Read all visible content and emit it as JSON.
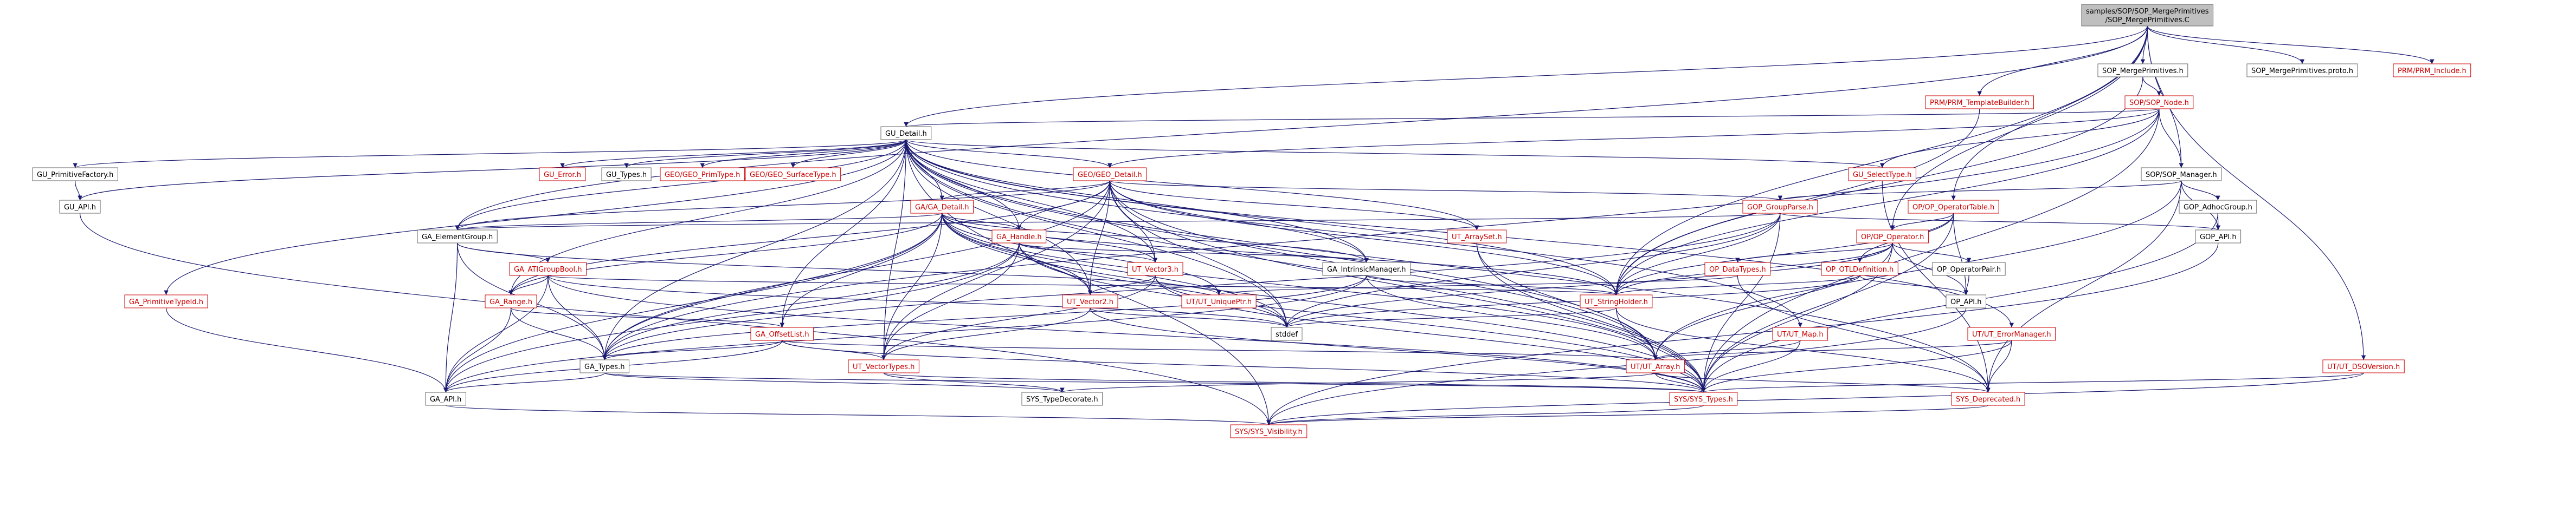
{
  "colors": {
    "root_fill": "#bfbfbf",
    "node_fill": "#ffffff",
    "stroke": "#666666",
    "normal_text": "#000000",
    "truncated_text": "#cc0000",
    "edge": "#191970"
  },
  "nodes": [
    {
      "id": "root",
      "label": "samples/SOP/SOP_MergePrimitives\n/SOP_MergePrimitives.C",
      "style": "root"
    },
    {
      "id": "gu_detail",
      "label": "GU_Detail.h",
      "style": "normal"
    },
    {
      "id": "sop_mp_h",
      "label": "SOP_MergePrimitives.h",
      "style": "normal"
    },
    {
      "id": "prm_tb",
      "label": "PRM/PRM_TemplateBuilder.h",
      "style": "truncated"
    },
    {
      "id": "sop_node",
      "label": "SOP/SOP_Node.h",
      "style": "truncated"
    },
    {
      "id": "sop_proto",
      "label": "SOP_MergePrimitives.proto.h",
      "style": "normal"
    },
    {
      "id": "prm_include",
      "label": "PRM/PRM_Include.h",
      "style": "truncated"
    },
    {
      "id": "ut_dso",
      "label": "UT/UT_DSOVersion.h",
      "style": "truncated"
    },
    {
      "id": "gu_primfactory",
      "label": "GU_PrimitiveFactory.h",
      "style": "normal"
    },
    {
      "id": "gu_error",
      "label": "GU_Error.h",
      "style": "truncated"
    },
    {
      "id": "gu_types",
      "label": "GU_Types.h",
      "style": "normal"
    },
    {
      "id": "geo_primtype",
      "label": "GEO/GEO_PrimType.h",
      "style": "truncated"
    },
    {
      "id": "geo_surftype",
      "label": "GEO/GEO_SurfaceType.h",
      "style": "truncated"
    },
    {
      "id": "geo_detail",
      "label": "GEO/GEO_Detail.h",
      "style": "truncated"
    },
    {
      "id": "gu_selecttype",
      "label": "GU_SelectType.h",
      "style": "truncated"
    },
    {
      "id": "sop_manager",
      "label": "SOP/SOP_Manager.h",
      "style": "normal"
    },
    {
      "id": "gu_api",
      "label": "GU_API.h",
      "style": "normal"
    },
    {
      "id": "ga_detail",
      "label": "GA/GA_Detail.h",
      "style": "truncated"
    },
    {
      "id": "gop_groupparse",
      "label": "GOP_GroupParse.h",
      "style": "truncated"
    },
    {
      "id": "op_optable",
      "label": "OP/OP_OperatorTable.h",
      "style": "truncated"
    },
    {
      "id": "ut_arrayset",
      "label": "UT_ArraySet.h",
      "style": "truncated"
    },
    {
      "id": "gop_adhoc",
      "label": "GOP_AdhocGroup.h",
      "style": "normal"
    },
    {
      "id": "ga_elemgroup",
      "label": "GA_ElementGroup.h",
      "style": "normal"
    },
    {
      "id": "ga_handle",
      "label": "GA_Handle.h",
      "style": "truncated"
    },
    {
      "id": "op_operator",
      "label": "OP/OP_Operator.h",
      "style": "truncated"
    },
    {
      "id": "gop_api",
      "label": "GOP_API.h",
      "style": "normal"
    },
    {
      "id": "ga_atigroupbool",
      "label": "GA_ATIGroupBool.h",
      "style": "truncated"
    },
    {
      "id": "ut_vector3",
      "label": "UT_Vector3.h",
      "style": "truncated"
    },
    {
      "id": "ga_intrinsic",
      "label": "GA_IntrinsicManager.h",
      "style": "normal"
    },
    {
      "id": "op_datatypes",
      "label": "OP_DataTypes.h",
      "style": "truncated"
    },
    {
      "id": "op_otl",
      "label": "OP_OTLDefinition.h",
      "style": "truncated"
    },
    {
      "id": "op_opfactory",
      "label": "OP_OperatorPair.h",
      "style": "normal"
    },
    {
      "id": "ga_primtypeid",
      "label": "GA_PrimitiveTypeId.h",
      "style": "truncated"
    },
    {
      "id": "ga_range",
      "label": "GA_Range.h",
      "style": "truncated"
    },
    {
      "id": "ut_uniqueptr",
      "label": "UT/UT_UniquePtr.h",
      "style": "truncated"
    },
    {
      "id": "ut_strholder",
      "label": "UT_StringHolder.h",
      "style": "truncated"
    },
    {
      "id": "op_api",
      "label": "OP_API.h",
      "style": "normal"
    },
    {
      "id": "ut_vector2",
      "label": "UT_Vector2.h",
      "style": "truncated"
    },
    {
      "id": "ga_offsetlist",
      "label": "GA_OffsetList.h",
      "style": "truncated"
    },
    {
      "id": "stddef",
      "label": "stddef",
      "style": "normal"
    },
    {
      "id": "ut_map",
      "label": "UT/UT_Map.h",
      "style": "truncated"
    },
    {
      "id": "ut_errmgr",
      "label": "UT/UT_ErrorManager.h",
      "style": "truncated"
    },
    {
      "id": "ga_types",
      "label": "GA_Types.h",
      "style": "normal"
    },
    {
      "id": "ut_arrayh",
      "label": "UT/UT_Array.h",
      "style": "truncated"
    },
    {
      "id": "ut_vectypes",
      "label": "UT_VectorTypes.h",
      "style": "truncated"
    },
    {
      "id": "ga_api",
      "label": "GA_API.h",
      "style": "normal"
    },
    {
      "id": "sys_typedecorate",
      "label": "SYS_TypeDecorate.h",
      "style": "normal"
    },
    {
      "id": "sys_types",
      "label": "SYS/SYS_Types.h",
      "style": "truncated"
    },
    {
      "id": "sys_deprecated",
      "label": "SYS_Deprecated.h",
      "style": "truncated"
    },
    {
      "id": "sys_visibility",
      "label": "SYS/SYS_Visibility.h",
      "style": "truncated"
    }
  ],
  "edges": [
    [
      "root",
      "gu_detail"
    ],
    [
      "root",
      "sop_mp_h"
    ],
    [
      "root",
      "prm_tb"
    ],
    [
      "root",
      "sop_proto"
    ],
    [
      "root",
      "prm_include"
    ],
    [
      "root",
      "ut_dso"
    ],
    [
      "root",
      "sop_manager"
    ],
    [
      "root",
      "ga_elemgroup"
    ],
    [
      "root",
      "op_optable"
    ],
    [
      "root",
      "op_operator"
    ],
    [
      "root",
      "ut_strholder"
    ],
    [
      "sop_mp_h",
      "sop_node"
    ],
    [
      "sop_mp_h",
      "ut_strholder"
    ],
    [
      "prm_tb",
      "ut_strholder"
    ],
    [
      "sop_node",
      "gu_detail"
    ],
    [
      "sop_node",
      "geo_detail"
    ],
    [
      "sop_node",
      "gu_selecttype"
    ],
    [
      "sop_node",
      "sop_manager"
    ],
    [
      "sop_node",
      "ga_types"
    ],
    [
      "sop_node",
      "sys_types"
    ],
    [
      "sop_node",
      "ut_strholder"
    ],
    [
      "gu_detail",
      "gu_primfactory"
    ],
    [
      "gu_detail",
      "gu_api"
    ],
    [
      "gu_detail",
      "gu_error"
    ],
    [
      "gu_detail",
      "gu_types"
    ],
    [
      "gu_detail",
      "geo_primtype"
    ],
    [
      "gu_detail",
      "geo_surftype"
    ],
    [
      "gu_detail",
      "geo_detail"
    ],
    [
      "gu_detail",
      "gu_selecttype"
    ],
    [
      "gu_detail",
      "ga_detail"
    ],
    [
      "gu_detail",
      "ga_elemgroup"
    ],
    [
      "gu_detail",
      "ga_handle"
    ],
    [
      "gu_detail",
      "ga_intrinsic"
    ],
    [
      "gu_detail",
      "ga_primtypeid"
    ],
    [
      "gu_detail",
      "ga_range"
    ],
    [
      "gu_detail",
      "ga_offsetlist"
    ],
    [
      "gu_detail",
      "ga_types"
    ],
    [
      "gu_detail",
      "ut_vector3"
    ],
    [
      "gu_detail",
      "ut_vector2"
    ],
    [
      "gu_detail",
      "ut_vectypes"
    ],
    [
      "gu_detail",
      "ut_arrayh"
    ],
    [
      "gu_detail",
      "ut_map"
    ],
    [
      "gu_detail",
      "ut_errmgr"
    ],
    [
      "gu_detail",
      "ut_strholder"
    ],
    [
      "gu_detail",
      "sys_types"
    ],
    [
      "gu_detail",
      "sys_deprecated"
    ],
    [
      "gu_detail",
      "sys_visibility"
    ],
    [
      "gu_detail",
      "stddef"
    ],
    [
      "gu_detail",
      "ut_arrayset"
    ],
    [
      "gu_primfactory",
      "gu_api"
    ],
    [
      "gu_api",
      "sys_visibility"
    ],
    [
      "geo_detail",
      "ga_detail"
    ],
    [
      "geo_detail",
      "ga_elemgroup"
    ],
    [
      "geo_detail",
      "ga_handle"
    ],
    [
      "geo_detail",
      "ga_intrinsic"
    ],
    [
      "geo_detail",
      "ga_range"
    ],
    [
      "geo_detail",
      "ga_types"
    ],
    [
      "geo_detail",
      "ut_vector3"
    ],
    [
      "geo_detail",
      "ut_vector2"
    ],
    [
      "geo_detail",
      "ut_vectypes"
    ],
    [
      "geo_detail",
      "ut_arrayh"
    ],
    [
      "geo_detail",
      "ut_strholder"
    ],
    [
      "geo_detail",
      "sys_types"
    ],
    [
      "geo_detail",
      "stddef"
    ],
    [
      "geo_detail",
      "ut_arrayset"
    ],
    [
      "geo_detail",
      "gop_groupparse"
    ],
    [
      "gu_selecttype",
      "sys_deprecated"
    ],
    [
      "sop_manager",
      "gop_groupparse"
    ],
    [
      "sop_manager",
      "gop_adhoc"
    ],
    [
      "sop_manager",
      "gop_api"
    ],
    [
      "sop_manager",
      "ut_arrayh"
    ],
    [
      "sop_manager",
      "sys_deprecated"
    ],
    [
      "gop_groupparse",
      "ga_elemgroup"
    ],
    [
      "gop_groupparse",
      "ga_types"
    ],
    [
      "gop_groupparse",
      "gop_api"
    ],
    [
      "gop_groupparse",
      "ut_strholder"
    ],
    [
      "gop_groupparse",
      "sys_types"
    ],
    [
      "gop_groupparse",
      "stddef"
    ],
    [
      "gop_adhoc",
      "gop_api"
    ],
    [
      "gop_adhoc",
      "sys_types"
    ],
    [
      "gop_api",
      "sys_visibility"
    ],
    [
      "op_optable",
      "op_operator"
    ],
    [
      "op_optable",
      "op_otl"
    ],
    [
      "op_optable",
      "ut_strholder"
    ],
    [
      "op_optable",
      "op_api"
    ],
    [
      "op_optable",
      "sys_types"
    ],
    [
      "op_operator",
      "op_datatypes"
    ],
    [
      "op_operator",
      "op_otl"
    ],
    [
      "op_operator",
      "op_opfactory"
    ],
    [
      "op_operator",
      "op_api"
    ],
    [
      "op_operator",
      "ut_strholder"
    ],
    [
      "op_operator",
      "ut_arrayh"
    ],
    [
      "op_operator",
      "stddef"
    ],
    [
      "op_operator",
      "sys_types"
    ],
    [
      "op_datatypes",
      "ut_uniqueptr"
    ],
    [
      "op_datatypes",
      "sys_deprecated"
    ],
    [
      "op_otl",
      "op_api"
    ],
    [
      "op_otl",
      "ut_strholder"
    ],
    [
      "op_otl",
      "stddef"
    ],
    [
      "op_opfactory",
      "op_api"
    ],
    [
      "op_api",
      "sys_visibility"
    ],
    [
      "ga_detail",
      "ga_elemgroup"
    ],
    [
      "ga_detail",
      "ga_handle"
    ],
    [
      "ga_detail",
      "ga_intrinsic"
    ],
    [
      "ga_detail",
      "ga_range"
    ],
    [
      "ga_detail",
      "ga_offsetlist"
    ],
    [
      "ga_detail",
      "ga_types"
    ],
    [
      "ga_detail",
      "ga_api"
    ],
    [
      "ga_detail",
      "ut_vector3"
    ],
    [
      "ga_detail",
      "ut_vector2"
    ],
    [
      "ga_detail",
      "ut_vectypes"
    ],
    [
      "ga_detail",
      "ut_arrayh"
    ],
    [
      "ga_detail",
      "ut_strholder"
    ],
    [
      "ga_detail",
      "sys_types"
    ],
    [
      "ga_detail",
      "stddef"
    ],
    [
      "ga_detail",
      "ut_uniqueptr"
    ],
    [
      "ga_elemgroup",
      "ga_atigroupbool"
    ],
    [
      "ga_elemgroup",
      "ga_types"
    ],
    [
      "ga_elemgroup",
      "ga_api"
    ],
    [
      "ga_elemgroup",
      "ut_uniqueptr"
    ],
    [
      "ga_atigroupbool",
      "ga_range"
    ],
    [
      "ga_atigroupbool",
      "ga_types"
    ],
    [
      "ga_atigroupbool",
      "ga_api"
    ],
    [
      "ga_atigroupbool",
      "ut_strholder"
    ],
    [
      "ga_atigroupbool",
      "stddef"
    ],
    [
      "ga_atigroupbool",
      "sys_types"
    ],
    [
      "ga_handle",
      "ut_vector3"
    ],
    [
      "ga_handle",
      "ut_vector2"
    ],
    [
      "ga_handle",
      "ga_types"
    ],
    [
      "ga_handle",
      "ga_api"
    ],
    [
      "ga_handle",
      "ut_vectypes"
    ],
    [
      "ga_handle",
      "sys_types"
    ],
    [
      "ga_handle",
      "stddef"
    ],
    [
      "ga_handle",
      "ga_intrinsic"
    ],
    [
      "ga_intrinsic",
      "ut_strholder"
    ],
    [
      "ga_intrinsic",
      "ut_arrayh"
    ],
    [
      "ga_intrinsic",
      "ga_types"
    ],
    [
      "ga_intrinsic",
      "ga_api"
    ],
    [
      "ut_vector3",
      "ut_vector2"
    ],
    [
      "ut_vector3",
      "ut_vectypes"
    ],
    [
      "ut_vector3",
      "sys_types"
    ],
    [
      "ut_vector3",
      "stddef"
    ],
    [
      "ut_vector2",
      "ut_vectypes"
    ],
    [
      "ut_vector2",
      "sys_types"
    ],
    [
      "ut_vector2",
      "stddef"
    ],
    [
      "ga_range",
      "ga_offsetlist"
    ],
    [
      "ga_range",
      "ga_types"
    ],
    [
      "ga_range",
      "ga_api"
    ],
    [
      "ga_offsetlist",
      "ga_types"
    ],
    [
      "ga_offsetlist",
      "ga_api"
    ],
    [
      "ga_offsetlist",
      "ut_arrayh"
    ],
    [
      "ga_offsetlist",
      "ut_vectypes"
    ],
    [
      "ga_offsetlist",
      "sys_types"
    ],
    [
      "ga_types",
      "ga_api"
    ],
    [
      "ga_types",
      "sys_types"
    ],
    [
      "ga_types",
      "sys_typedecorate"
    ],
    [
      "ga_primtypeid",
      "ga_api"
    ],
    [
      "ga_api",
      "sys_visibility"
    ],
    [
      "ut_vectypes",
      "sys_typedecorate"
    ],
    [
      "ut_vectypes",
      "sys_types"
    ],
    [
      "ut_strholder",
      "stddef"
    ],
    [
      "ut_strholder",
      "sys_types"
    ],
    [
      "ut_strholder",
      "sys_deprecated"
    ],
    [
      "ut_arrayh",
      "sys_types"
    ],
    [
      "ut_arrayh",
      "sys_deprecated"
    ],
    [
      "ut_arrayh",
      "sys_typedecorate"
    ],
    [
      "ut_map",
      "ut_arrayh"
    ],
    [
      "ut_map",
      "sys_types"
    ],
    [
      "ut_errmgr",
      "ut_arrayh"
    ],
    [
      "ut_errmgr",
      "sys_types"
    ],
    [
      "ut_errmgr",
      "sys_deprecated"
    ],
    [
      "ut_arrayset",
      "ut_arrayh"
    ],
    [
      "ut_arrayset",
      "sys_types"
    ],
    [
      "sys_types",
      "sys_visibility"
    ],
    [
      "sys_deprecated",
      "sys_visibility"
    ],
    [
      "ut_dso",
      "sys_types"
    ],
    [
      "ut_dso",
      "sys_visibility"
    ]
  ]
}
